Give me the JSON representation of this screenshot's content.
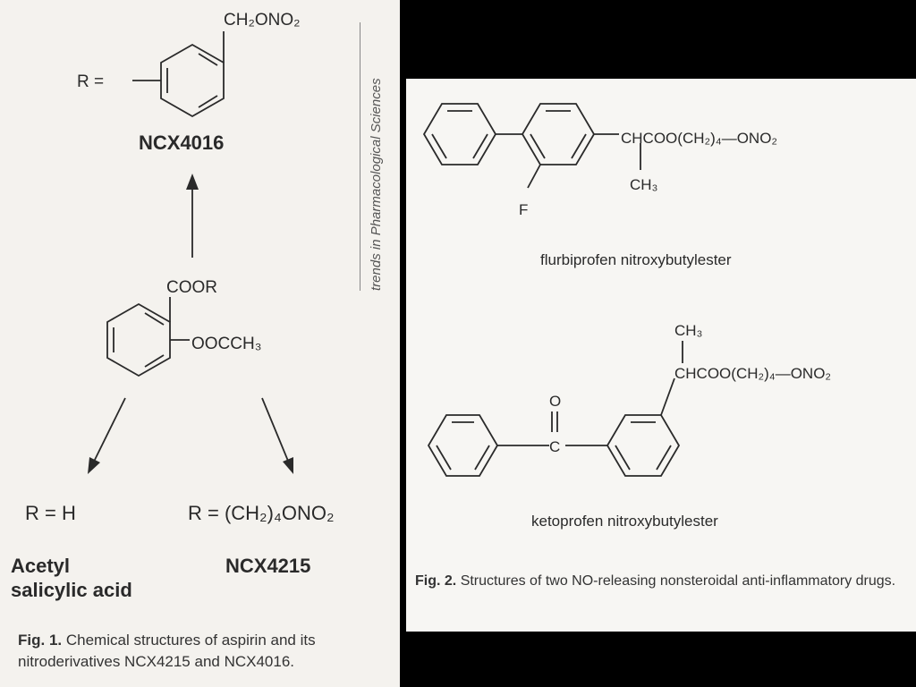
{
  "fig1": {
    "r_equals": "R =",
    "ch2ono2": "CH₂ONO₂",
    "ncx4016": "NCX4016",
    "coor": "COOR",
    "ooccH3": "OOCCH₃",
    "r_h": "R = H",
    "r_ch2": "R = (CH₂)₄ONO₂",
    "acetyl_line1": "Acetyl",
    "acetyl_line2": "salicylic acid",
    "ncx4215": "NCX4215",
    "caption_bold": "Fig. 1.",
    "caption_text": "Chemical structures of aspirin and its nitroderivatives NCX4215 and NCX4016.",
    "journal": "trends in Pharmacological Sciences"
  },
  "fig2": {
    "flurbi_chain": "CHCOO(CH₂)₄—ONO₂",
    "flurbi_ch3": "CH₃",
    "flurbi_f": "F",
    "flurbi_name": "flurbiprofen nitroxybutylester",
    "keto_ch3": "CH₃",
    "keto_chain": "CHCOO(CH₂)₄—ONO₂",
    "keto_o": "O",
    "keto_c": "C",
    "keto_name": "ketoprofen nitroxybutylester",
    "caption_bold": "Fig. 2.",
    "caption_text": "Structures of two NO-releasing nonsteroidal anti-inflammatory drugs."
  }
}
